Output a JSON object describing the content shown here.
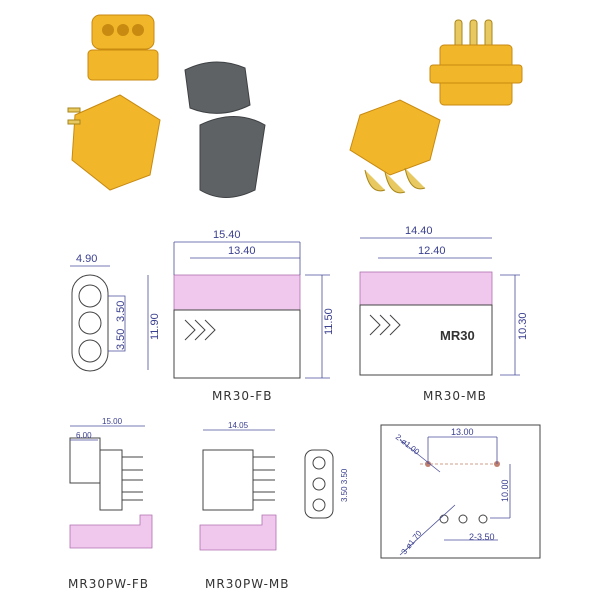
{
  "drawings": {
    "front_view": {
      "width": "4.90",
      "height": "11.90",
      "pitch_1": "3.50",
      "pitch_2": "3.50"
    },
    "mr30_fb": {
      "label": "MR30-FB",
      "length_total": "15.40",
      "length_inner": "13.40",
      "height": "11.50"
    },
    "mr30_mb": {
      "label": "MR30-MB",
      "length_total": "14.40",
      "length_inner": "12.40",
      "height": "10.30",
      "marking": "MR30"
    },
    "mr30pw_fb": {
      "label": "MR30PW-FB",
      "length_total": "15.00",
      "length_body": "6.00"
    },
    "mr30pw_mb": {
      "label": "MR30PW-MB",
      "length_total": "14.05",
      "pitch": "3.50 3.50"
    },
    "pcb_layout": {
      "mount_hole": "2-ø1.00",
      "hole_span": "13.00",
      "row_distance": "10.00",
      "pin_hole": "3-ø1.70",
      "pin_pitch": "2-3.50"
    }
  },
  "colors": {
    "connector": "#f2b62a",
    "cover": "#5f6265",
    "dimension": "#3a3f8f",
    "section": "#f0c8ee"
  }
}
